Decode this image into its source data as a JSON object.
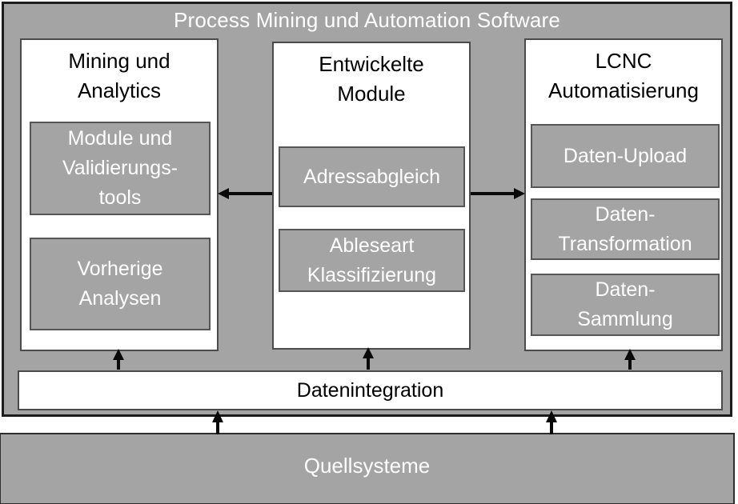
{
  "title": "Process Mining und Automation Software",
  "columns": [
    {
      "header": "Mining und\nAnalytics",
      "items": [
        "Module und\nValidierungs-\ntools",
        "Vorherige\nAnalysen"
      ]
    },
    {
      "header": "Entwickelte\nModule",
      "items": [
        "Adressabgleich",
        "Ableseart\nKlassifizierung"
      ]
    },
    {
      "header": "LCNC\nAutomatisierung",
      "items": [
        "Daten-Upload",
        "Daten-\nTransformation",
        "Daten-\nSammlung"
      ]
    }
  ],
  "integration": {
    "label": "Datenintegration"
  },
  "sources": {
    "label": "Quellsysteme"
  },
  "colors": {
    "panel_gray": "#a4a4a4",
    "outer_border": "#1c1c1c",
    "box_border": "#4b4b4b",
    "subbox_border": "#565656",
    "arrow": "#0a0a0a",
    "text_on_gray": "#ffffff",
    "text_on_white": "#000000"
  }
}
